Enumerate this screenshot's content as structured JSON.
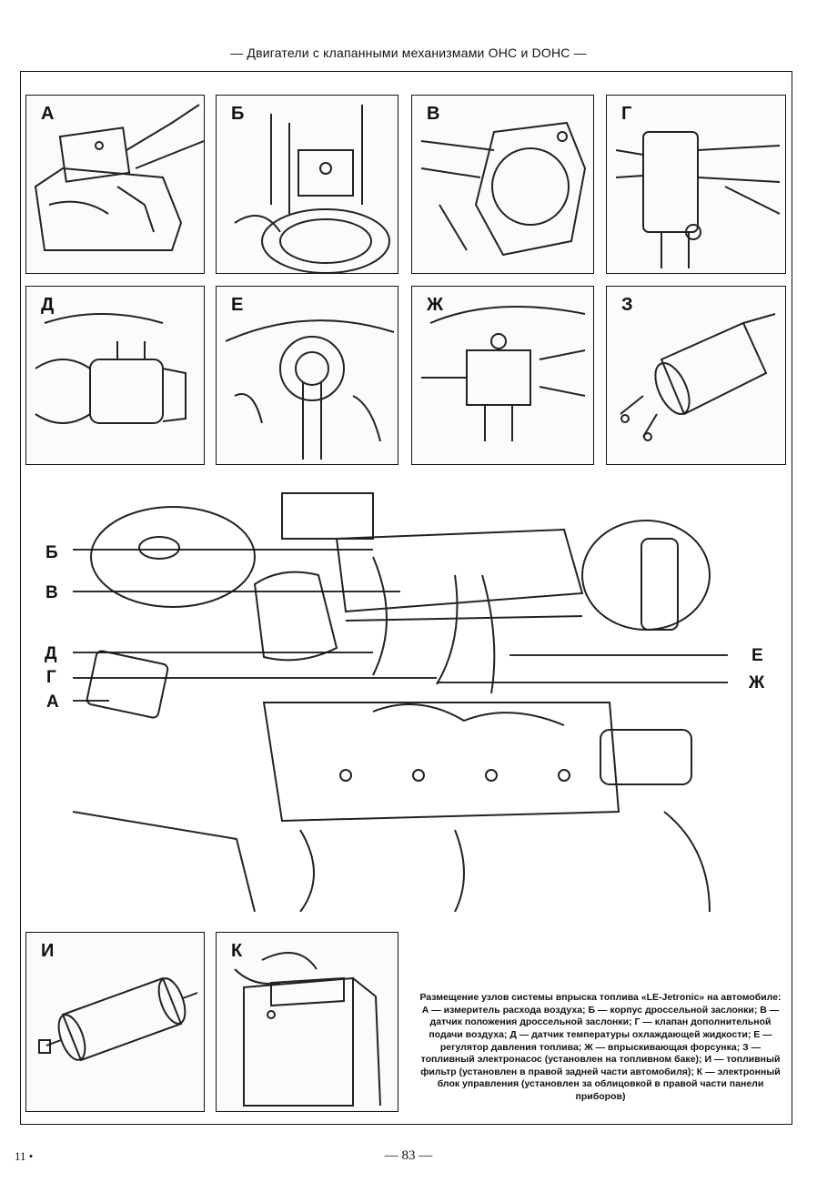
{
  "header": {
    "title": "— Двигатели с клапанными механизмами OHC и DOHC —"
  },
  "panels": [
    {
      "id": "a",
      "letter": "А"
    },
    {
      "id": "b",
      "letter": "Б"
    },
    {
      "id": "v",
      "letter": "В"
    },
    {
      "id": "g",
      "letter": "Г"
    },
    {
      "id": "d",
      "letter": "Д"
    },
    {
      "id": "e",
      "letter": "Е"
    },
    {
      "id": "zh",
      "letter": "Ж"
    },
    {
      "id": "z",
      "letter": "З"
    },
    {
      "id": "i",
      "letter": "И"
    },
    {
      "id": "k",
      "letter": "К"
    }
  ],
  "callouts": {
    "b": "Б",
    "v": "В",
    "d": "Д",
    "g": "Г",
    "a": "А",
    "e": "Е",
    "zh": "Ж"
  },
  "caption": {
    "title": "Размещение узлов системы впрыска топлива «LE-Jetronic» на автомобиле:",
    "body": "А — измеритель расхода воздуха; Б — корпус дроссельной заслонки; В — датчик положения дроссельной заслонки; Г — клапан дополнительной подачи воздуха; Д — датчик температуры охлаждающей жидкости; Е — регулятор давления топлива; Ж — впрыскивающая форсунка; З — топливный электронасос (установлен на топливном баке); И — топливный фильтр (установлен в правой задней части автомобиля); К — электронный блок управления (установлен за облицовкой в правой части панели приборов)"
  },
  "footer": {
    "left_mark": "11 •",
    "page": "— 83 —"
  }
}
